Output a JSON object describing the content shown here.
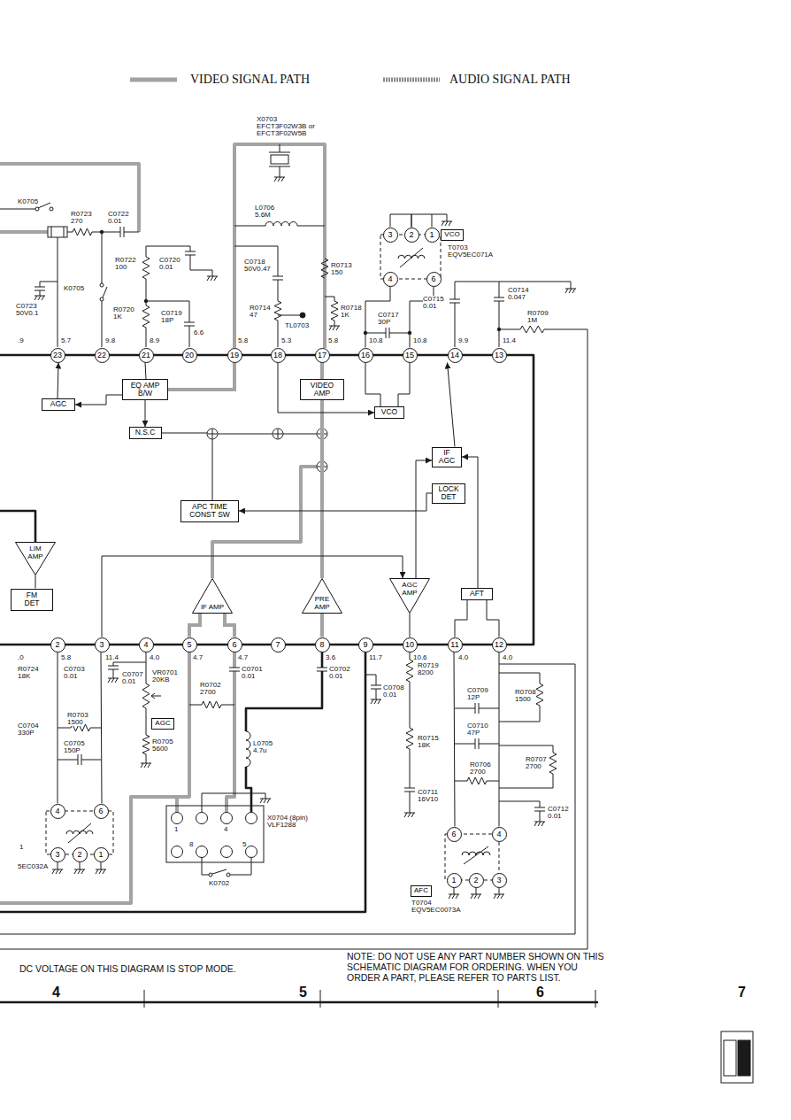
{
  "diagram": {
    "nodes": [
      {
        "text": [
          "VCO"
        ]
      },
      {
        "text": [
          "3"
        ]
      },
      {
        "text": [
          "2"
        ]
      },
      {
        "text": [
          "1"
        ]
      },
      {
        "text": [
          "4"
        ]
      },
      {
        "text": [
          "6"
        ]
      },
      {
        "text": [
          "23"
        ]
      },
      {
        "text": [
          "22"
        ]
      },
      {
        "text": [
          "21"
        ]
      },
      {
        "text": [
          "20"
        ]
      },
      {
        "text": [
          "19"
        ]
      },
      {
        "text": [
          "18"
        ]
      },
      {
        "text": [
          "17"
        ]
      },
      {
        "text": [
          "16"
        ]
      },
      {
        "text": [
          "15"
        ]
      },
      {
        "text": [
          "14"
        ]
      },
      {
        "text": [
          "13"
        ]
      },
      {
        "text": [
          "EQ AMP B/W"
        ]
      },
      {
        "text": [
          "VIDEO AMP"
        ]
      },
      {
        "text": [
          "AGC"
        ]
      },
      {
        "text": [
          "VCO"
        ]
      },
      {
        "text": [
          "N.S.C"
        ]
      },
      {
        "text": [
          "IF AGC"
        ]
      },
      {
        "text": [
          "LOCK DET"
        ]
      },
      {
        "text": [
          "APC TIME CONST SW"
        ]
      },
      {
        "text": [
          "LIM AMP"
        ]
      },
      {
        "text": [
          "FM DET"
        ]
      },
      {
        "text": [
          "IF AMP"
        ]
      },
      {
        "text": [
          "PRE AMP"
        ]
      },
      {
        "text": [
          "AGC AMP"
        ]
      },
      {
        "text": [
          "AFT"
        ]
      },
      {
        "text": [
          "2"
        ]
      },
      {
        "text": [
          "3"
        ]
      },
      {
        "text": [
          "4"
        ]
      },
      {
        "text": [
          "5"
        ]
      },
      {
        "text": [
          "6"
        ]
      },
      {
        "text": [
          "7"
        ]
      },
      {
        "text": [
          "8"
        ]
      },
      {
        "text": [
          "9"
        ]
      },
      {
        "text": [
          "10"
        ]
      },
      {
        "text": [
          "11"
        ]
      },
      {
        "text": [
          "12"
        ]
      },
      {
        "text": [
          "AGC"
        ]
      },
      {
        "text": [
          "4"
        ]
      },
      {
        "text": [
          "6"
        ]
      },
      {
        "text": [
          "3"
        ]
      },
      {
        "text": [
          "2"
        ]
      },
      {
        "text": [
          "1"
        ]
      },
      {
        "text": [
          "6"
        ]
      },
      {
        "text": [
          "4"
        ]
      },
      {
        "text": [
          "1"
        ]
      },
      {
        "text": [
          "2"
        ]
      },
      {
        "text": [
          "3"
        ]
      },
      {
        "text": [
          "AFC"
        ]
      }
    ],
    "edges": [
      {
        "from": 17,
        "to": 21,
        "arrow": "to"
      },
      {
        "from": 17,
        "to": 19,
        "arrow": "to"
      },
      {
        "from": 19,
        "to": 6,
        "arrow": "to"
      },
      {
        "from": 8,
        "to": 17,
        "arrow": "none"
      },
      {
        "from": 12,
        "to": 18,
        "arrow": "none"
      },
      {
        "from": 28,
        "to": 18,
        "arrow": "none"
      },
      {
        "from": 13,
        "to": 20,
        "arrow": "none"
      },
      {
        "from": 14,
        "to": 20,
        "arrow": "none"
      },
      {
        "from": 11,
        "to": 20,
        "arrow": "to"
      },
      {
        "from": 22,
        "to": 15,
        "arrow": "to"
      },
      {
        "from": 23,
        "to": 24,
        "arrow": "to"
      },
      {
        "from": 27,
        "to": 34,
        "arrow": "none"
      },
      {
        "from": 27,
        "to": 35,
        "arrow": "none"
      },
      {
        "from": 28,
        "to": 37,
        "arrow": "none"
      },
      {
        "from": 29,
        "to": 39,
        "arrow": "none"
      },
      {
        "from": 30,
        "to": 40,
        "arrow": "none"
      },
      {
        "from": 30,
        "to": 41,
        "arrow": "none"
      },
      {
        "from": 4,
        "to": 13,
        "arrow": "none"
      },
      {
        "from": 5,
        "to": 14,
        "arrow": "none"
      },
      {
        "from": 48,
        "to": 40,
        "arrow": "none"
      },
      {
        "from": 49,
        "to": 41,
        "arrow": "none"
      },
      {
        "from": 43,
        "to": 31,
        "arrow": "none"
      },
      {
        "from": 44,
        "to": 32,
        "arrow": "none"
      },
      {
        "from": 25,
        "to": 26,
        "arrow": "none"
      },
      {
        "from": 32,
        "to": 29,
        "arrow": "to"
      },
      {
        "from": 29,
        "to": 22,
        "arrow": "to"
      },
      {
        "from": 30,
        "to": 22,
        "arrow": "to"
      },
      {
        "from": 1,
        "to": 2,
        "arrow": "none"
      },
      {
        "from": 2,
        "to": 3,
        "arrow": "none"
      },
      {
        "from": 17,
        "to": 10,
        "arrow": "none"
      }
    ],
    "labels": [
      "X0703",
      "EFCT3F02W3B or",
      "EFCT3F02W5B",
      "K0705",
      "R0723",
      "270",
      "C0722",
      "0.01",
      "L0706",
      "5.6M",
      "R0722",
      "100",
      "C0720",
      "0.01",
      "K0705",
      "C0718",
      "50V0.47",
      "R0713",
      "150",
      "R0714",
      "47",
      "TL0703",
      "R0718",
      "1K",
      "R0720",
      "1K",
      "C0719",
      "18P",
      "C0723",
      "50V0.1",
      "T0703",
      "EQV5EC071A",
      "C0715",
      "0.01",
      "C0714",
      "0.047",
      "R0709",
      "1M",
      "C0717",
      "30P",
      ".9",
      "5.7",
      "9.8",
      "8.9",
      "6.6",
      "5.8",
      "5.3",
      "5.8",
      "10.8",
      "10.8",
      "9.9",
      "11.4",
      ".0",
      "5.8",
      "11.4",
      "4.0",
      "4.7",
      "4.7",
      "3.6",
      "11.7",
      "10.6",
      "4.0",
      "4.0",
      "R0724",
      "18K",
      "C0703",
      "0.01",
      "C0707",
      "0.01",
      "VR0701",
      "20KB",
      "R0705",
      "5600",
      "C0704",
      "330P",
      "R0703",
      "1500",
      "C0705",
      "150P",
      "R0702",
      "2700",
      "C0701",
      "0.01",
      "C0702",
      "0.01",
      "L0705",
      "4.7u",
      "X0704 (8pin)",
      "VLF1288",
      "1",
      "4",
      "8",
      "5",
      "K0702",
      "C0708",
      "0.01",
      "R0719",
      "8200",
      "R0715",
      "18K",
      "C0711",
      "16V10",
      "C0709",
      "12P",
      "R0708",
      "1500",
      "C0710",
      "47P",
      "R0706",
      "2700",
      "R0707",
      "2700",
      "C0712",
      "0.01",
      "T0704",
      "EQV5EC0073A",
      "1",
      "5EC032A",
      "DC VOLTAGE ON THIS DIAGRAM IS STOP MODE.",
      "NOTE: DO NOT USE ANY PART NUMBER SHOWN ON THIS SCHEMATIC DIAGRAM FOR ORDERING. WHEN YOU ORDER A PART, PLEASE REFER TO PARTS LIST.",
      "4",
      "5",
      "6",
      "7"
    ],
    "legend": [
      {
        "text": "VIDEO SIGNAL PATH"
      },
      {
        "text": "AUDIO SIGNAL PATH"
      }
    ]
  }
}
